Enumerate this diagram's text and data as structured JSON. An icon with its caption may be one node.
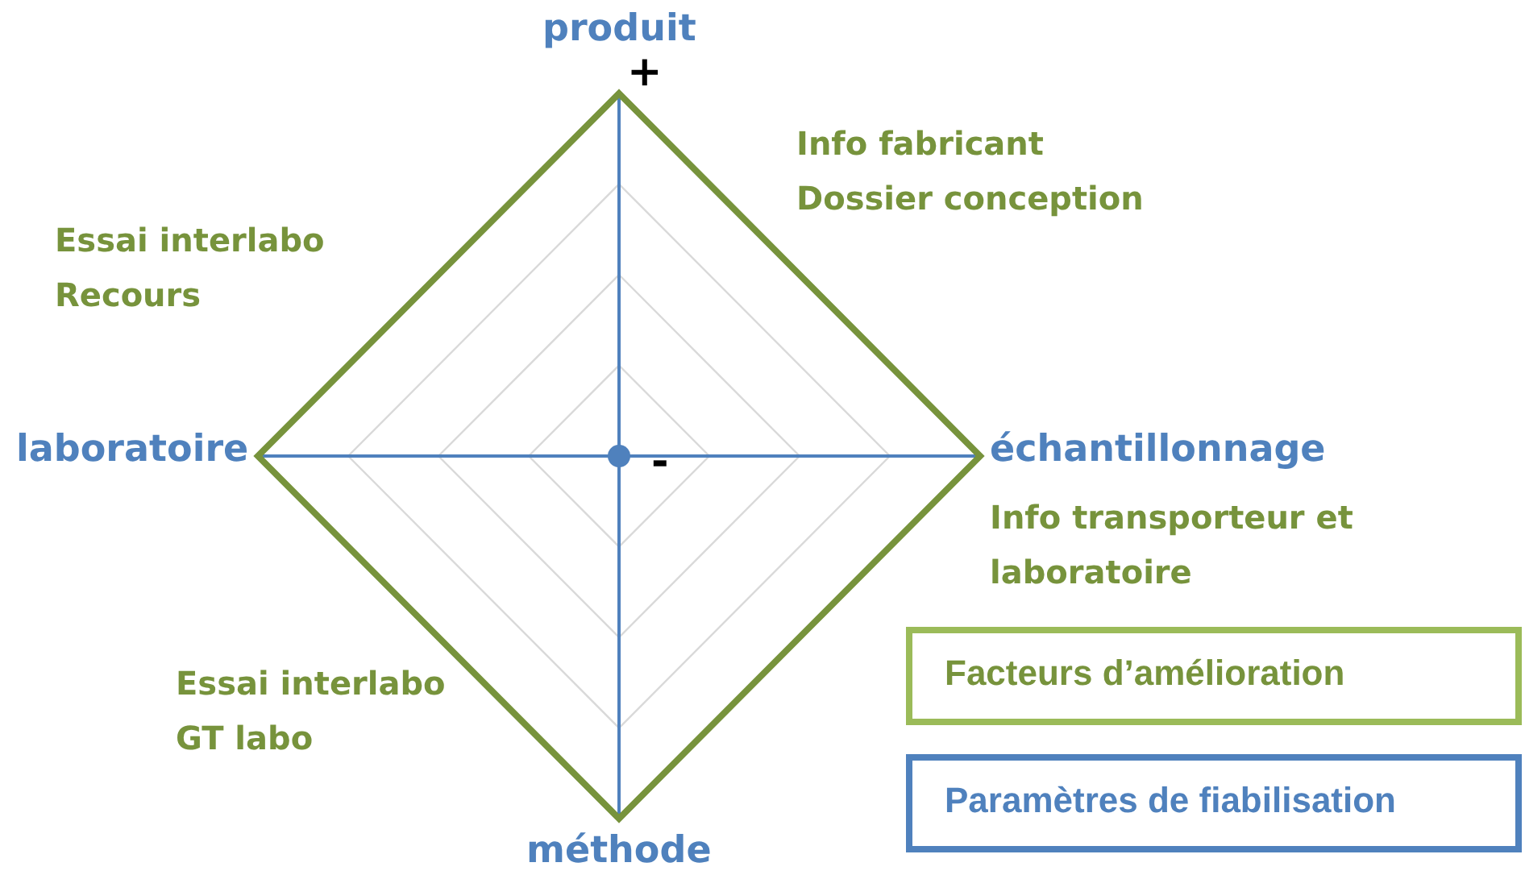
{
  "diagram": {
    "labels": [
      "produit",
      "+",
      "Info fabricant",
      "Dossier conception",
      "Essai interlabo",
      "Recours",
      "laboratoire",
      "échantillonnage",
      "-",
      "Info transporteur et laboratoire",
      "Essai interlabo",
      "GT labo",
      "méthode"
    ],
    "legend": [
      {
        "text": "Facteurs d’amélioration",
        "color": "#9bbb59"
      },
      {
        "text": "Paramètres de fiabilisation",
        "color": "#4f81bd"
      }
    ]
  }
}
